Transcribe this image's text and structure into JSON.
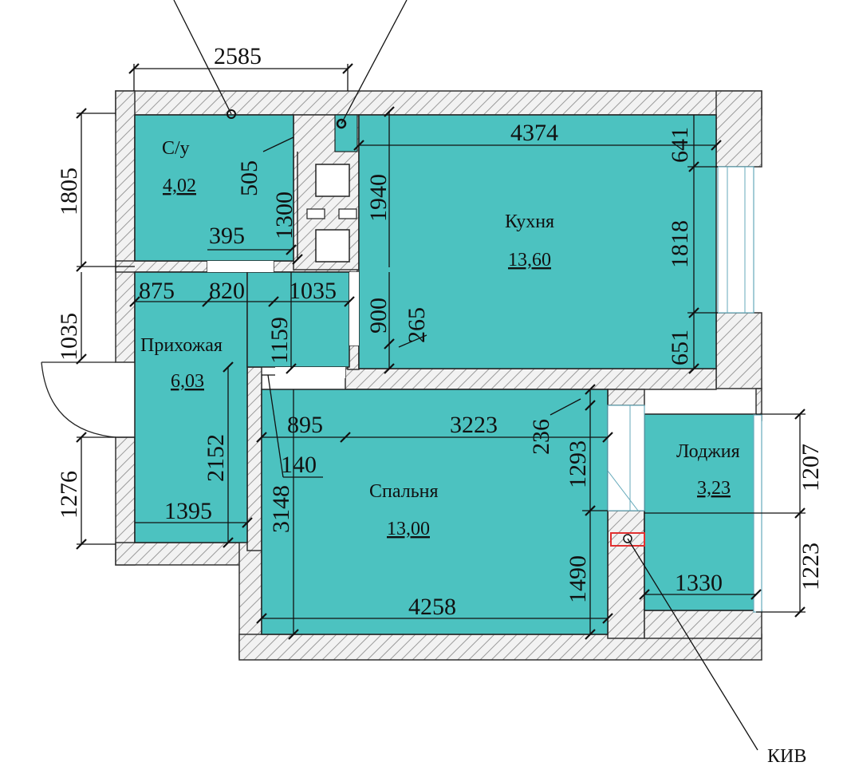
{
  "colors": {
    "room_fill": "#4cc2c0",
    "wall_hatch": "#bdbdbd",
    "window": "#ffffff",
    "riser_marker": "#e03030"
  },
  "rooms": {
    "bathroom": {
      "name": "С/у",
      "area": "4,02"
    },
    "hall": {
      "name": "Прихожая",
      "area": "6,03"
    },
    "kitchen": {
      "name": "Кухня",
      "area": "13,60"
    },
    "bedroom": {
      "name": "Спальня",
      "area": "13,00"
    },
    "loggia": {
      "name": "Лоджия",
      "area": "3,23"
    }
  },
  "dimensions": {
    "d2585": "2585",
    "d1805": "1805",
    "d505": "505",
    "d1300": "1300",
    "d395": "395",
    "d1940": "1940",
    "d4374": "4374",
    "d641": "641",
    "d1818": "1818",
    "d651": "651",
    "d1035_left": "1035",
    "d875": "875",
    "d820": "820",
    "d1035_mid": "1035",
    "d900": "900",
    "d265": "265",
    "d1159": "1159",
    "d895": "895",
    "d3223": "3223",
    "d236": "236",
    "d1293": "1293",
    "d140": "140",
    "d2152": "2152",
    "d1276": "1276",
    "d1395": "1395",
    "d3148": "3148",
    "d1490": "1490",
    "d4258": "4258",
    "d1207": "1207",
    "d1223": "1223",
    "d1330": "1330"
  },
  "callouts": {
    "bottom_right": "КИВ"
  }
}
